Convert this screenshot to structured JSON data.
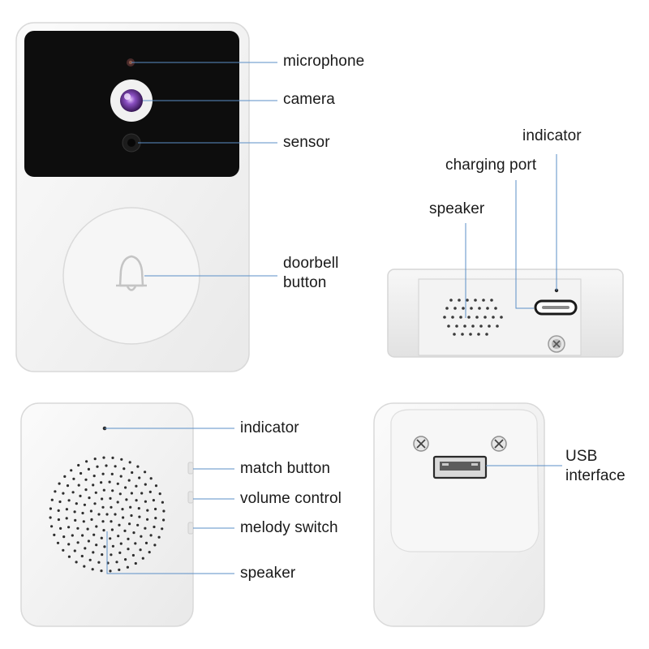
{
  "labels": {
    "microphone": "microphone",
    "camera": "camera",
    "sensor": "sensor",
    "doorbell_button_line1": "doorbell",
    "doorbell_button_line2": "button",
    "indicator_top": "indicator",
    "charging_port": "charging port",
    "speaker_top": "speaker",
    "indicator_receiver": "indicator",
    "match_button": "match button",
    "volume_control": "volume control",
    "melody_switch": "melody switch",
    "speaker_receiver": "speaker",
    "usb_line1": "USB",
    "usb_line2": "interface"
  },
  "colors": {
    "leader_line": "#5b8fc7",
    "device_body": "#f4f4f4",
    "device_edge": "#d8d8d8",
    "camera_panel": "#0d0d0d",
    "lens_ring": "#f2f2f2",
    "lens": "#6a3fa0"
  },
  "icons": {
    "doorbell_button": "bell-icon"
  }
}
